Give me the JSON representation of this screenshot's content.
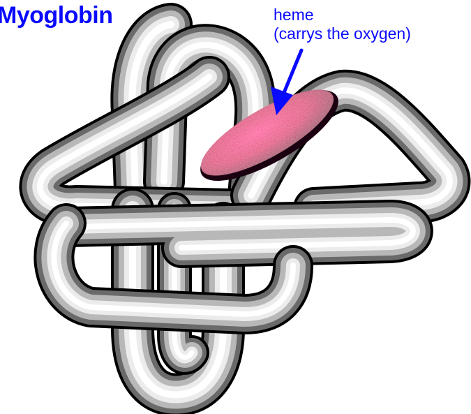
{
  "title": "Myoglobin",
  "heme_label": {
    "line1": "heme",
    "line2": "(carrys the oxygen)"
  },
  "colors": {
    "label": "#0a0aff",
    "heme": "#e0146e",
    "tube_highlight": "#ffffff",
    "tube_shadow": "#000000"
  }
}
